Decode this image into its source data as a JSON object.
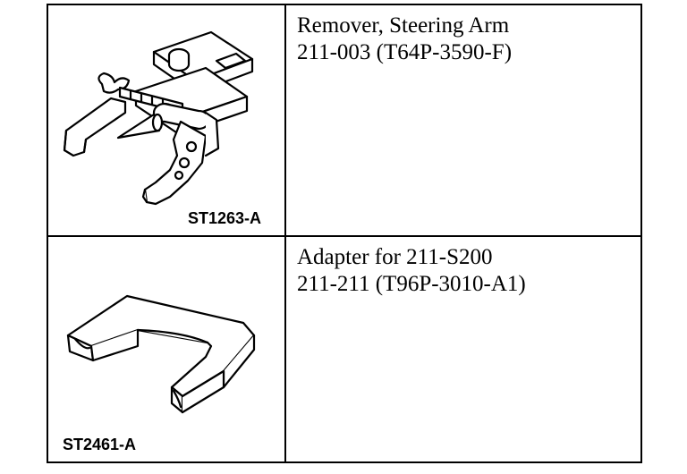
{
  "rows": [
    {
      "description": [
        "Remover, Steering Arm",
        "211-003 (T64P-3590-F)"
      ],
      "art_id": "ST1263-A",
      "icon": "steering-arm-remover-icon"
    },
    {
      "description": [
        "Adapter for 211-S200",
        "211-211 (T96P-3010-A1)"
      ],
      "art_id": "ST2461-A",
      "icon": "adapter-bracket-icon"
    }
  ]
}
